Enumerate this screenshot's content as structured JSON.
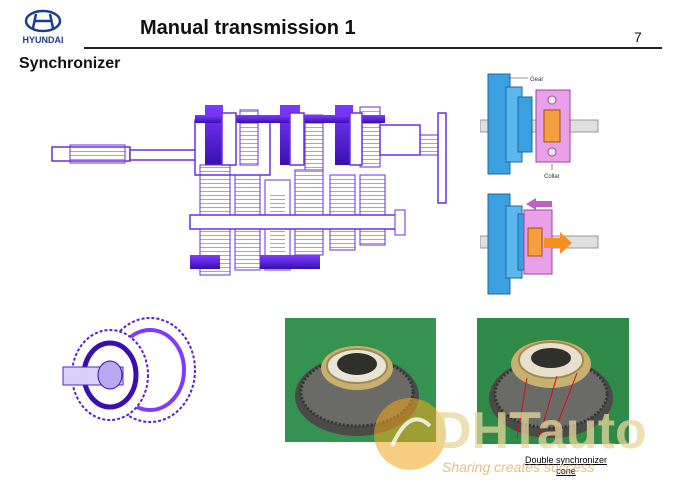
{
  "header": {
    "logo_text": "HYUNDAI",
    "title": "Manual transmission 1",
    "page_number": "7"
  },
  "section": {
    "title": "Synchronizer"
  },
  "diagram_labels": {
    "gear": "Gear",
    "collar": "Collar"
  },
  "photo_caption": {
    "line1": "Double synchronizer",
    "line2": "cone"
  },
  "watermark": {
    "brand": "DHTauto",
    "tagline": "Sharing creates success"
  },
  "icons": [
    "hyundai-logo-icon",
    "arrow-left-icon",
    "arrow-right-icon"
  ],
  "colors": {
    "drawing_purple": "#5a1fd0",
    "gear_blue": "#3aa0e0",
    "collar_pink": "#e8a0e8",
    "arrow_orange": "#f5901e",
    "watermark_orange": "#f2a81c"
  }
}
